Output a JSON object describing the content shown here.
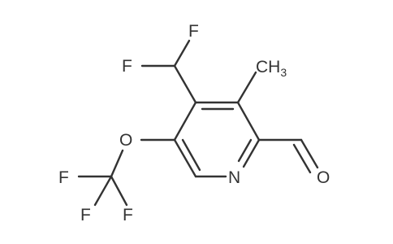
{
  "molecule": {
    "atoms": {
      "f_top": "F",
      "f_left": "F",
      "ch3": "CH",
      "ch3_sub": "3",
      "o_ether": "O",
      "n_ring": "N",
      "o_aldehyde": "O",
      "f_cf3_left": "F",
      "f_cf3_bottom": "F",
      "f_cf3_right": "F"
    },
    "colors": {
      "ink": "#333333",
      "background": "#ffffff"
    }
  }
}
